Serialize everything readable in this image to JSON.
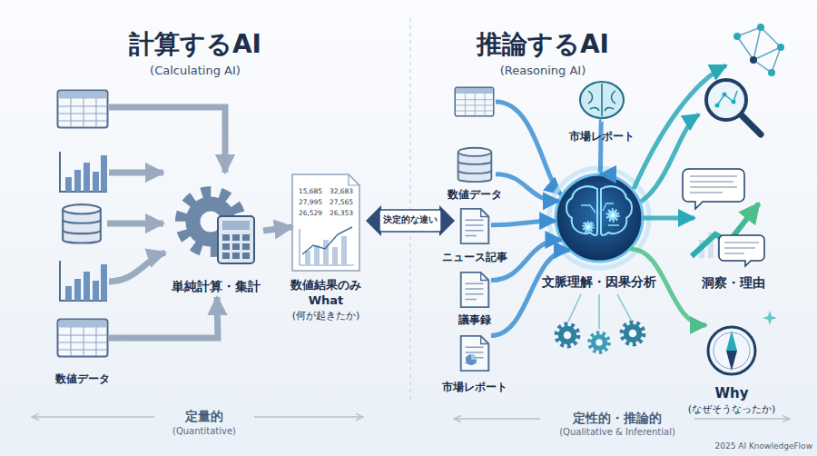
{
  "diagram": {
    "nodes": [
      {
        "text": [
          "数値データ"
        ]
      },
      {
        "text": [
          "単純計算・集計"
        ]
      },
      {
        "text": [
          "15,685",
          "32,683",
          "27,995",
          "27,565",
          "26,529",
          "26,353",
          "数値結果のみ",
          "What",
          "(何が起きたか)"
        ]
      },
      {
        "text": [
          "決定的な違い"
        ]
      },
      {
        "text": [
          "市場レポート"
        ]
      },
      {
        "text": [
          "数値データ"
        ]
      },
      {
        "text": [
          "ニュース記事"
        ]
      },
      {
        "text": [
          "議事録"
        ]
      },
      {
        "text": [
          "市場レポート"
        ]
      },
      {
        "text": [
          "文脈理解・因果分析"
        ]
      },
      {
        "text": [
          "洞察・理由"
        ]
      },
      {
        "text": [
          "Why",
          "(なぜそうなったか)"
        ]
      }
    ],
    "edges": [
      {
        "from": 0,
        "to": 1,
        "arrow": "to"
      },
      {
        "from": 1,
        "to": 2,
        "arrow": "to"
      },
      {
        "from": 4,
        "to": 9,
        "arrow": "to"
      },
      {
        "from": 5,
        "to": 9,
        "arrow": "to"
      },
      {
        "from": 6,
        "to": 9,
        "arrow": "to"
      },
      {
        "from": 7,
        "to": 9,
        "arrow": "to"
      },
      {
        "from": 8,
        "to": 9,
        "arrow": "to"
      },
      {
        "from": 9,
        "to": 10,
        "arrow": "to"
      },
      {
        "from": 9,
        "to": 11,
        "arrow": "to"
      }
    ],
    "labels": [
      "計算するAI",
      "(Calculating AI)",
      "推論するAI",
      "(Reasoning AI)",
      "定量的",
      "(Quantitative)",
      "定性的・推論的",
      "(Qualitative & Inferential)",
      "2025 AI KnowledgeFlow"
    ]
  }
}
